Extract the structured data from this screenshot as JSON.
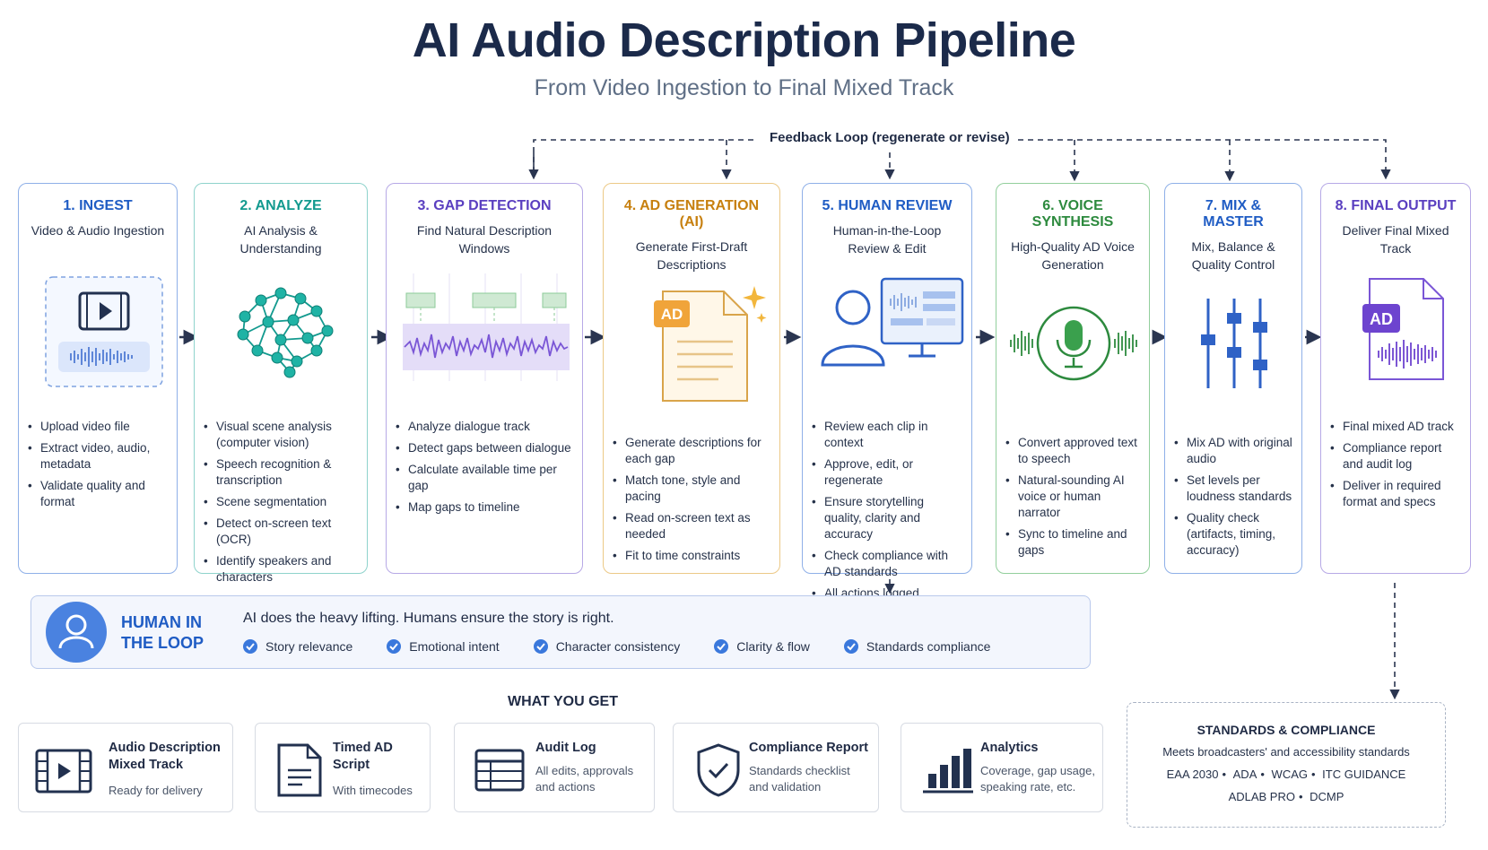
{
  "header": {
    "title": "AI Audio Description Pipeline",
    "subtitle": "From Video Ingestion to Final Mixed Track"
  },
  "feedback_loop": {
    "label": "Feedback Loop (regenerate or revise)"
  },
  "stages": [
    {
      "title": "1. INGEST",
      "subtitle": "Video & Audio Ingestion",
      "color": "#1f5cc4",
      "border": "#8fb0e8",
      "bullets": [
        "Upload video file",
        "Extract video, audio, metadata",
        "Validate quality and format"
      ]
    },
    {
      "title": "2. ANALYZE",
      "subtitle": "AI Analysis & Understanding",
      "color": "#139a8f",
      "border": "#8fd3cc",
      "bullets": [
        "Visual scene analysis (computer vision)",
        "Speech recognition & transcription",
        "Scene segmentation",
        "Detect on-screen text (OCR)",
        "Identify speakers and characters"
      ]
    },
    {
      "title": "3. GAP DETECTION",
      "subtitle": "Find Natural Description Windows",
      "color": "#5a3fc0",
      "border": "#b7a9e6",
      "bullets": [
        "Analyze dialogue track",
        "Detect gaps between dialogue",
        "Calculate available time per gap",
        "Map gaps to timeline"
      ]
    },
    {
      "title": "4. AD GENERATION (AI)",
      "subtitle": "Generate First-Draft Descriptions",
      "color": "#c7800f",
      "border": "#ecc987",
      "bullets": [
        "Generate descriptions for each gap",
        "Match tone, style and pacing",
        "Read on-screen text as needed",
        "Fit to time constraints"
      ]
    },
    {
      "title": "5. HUMAN REVIEW",
      "subtitle": "Human-in-the-Loop Review & Edit",
      "color": "#1f5cc4",
      "border": "#8fb0e8",
      "bullets": [
        "Review each clip in context",
        "Approve, edit, or regenerate",
        "Ensure storytelling quality, clarity and accuracy",
        "Check compliance with AD standards",
        "All actions logged"
      ]
    },
    {
      "title": "6. VOICE SYNTHESIS",
      "subtitle": "High-Quality AD Voice Generation",
      "color": "#2d8a3e",
      "border": "#92cf9c",
      "bullets": [
        "Convert approved text to speech",
        "Natural-sounding AI voice or human narrator",
        "Sync to timeline and gaps"
      ]
    },
    {
      "title": "7. MIX & MASTER",
      "subtitle": "Mix, Balance & Quality Control",
      "color": "#1f5cc4",
      "border": "#8fb0e8",
      "bullets": [
        "Mix AD with original audio",
        "Set levels per loudness standards",
        "Quality check (artifacts, timing, accuracy)"
      ]
    },
    {
      "title": "8. FINAL OUTPUT",
      "subtitle": "Deliver Final Mixed Track",
      "color": "#5a3fc0",
      "border": "#b7a9e6",
      "bullets": [
        "Final mixed AD track",
        "Compliance report and audit log",
        "Deliver in required format and specs"
      ]
    }
  ],
  "icons": {
    "ad_badge": "AD"
  },
  "human_in_loop": {
    "title": "HUMAN IN THE LOOP",
    "text": "AI does the heavy lifting. Humans ensure the story is right.",
    "checks": [
      "Story relevance",
      "Emotional intent",
      "Character consistency",
      "Clarity & flow",
      "Standards compliance"
    ]
  },
  "what_you_get": {
    "title": "WHAT YOU GET",
    "cards": [
      {
        "title": "Audio Description Mixed Track",
        "subtitle": "Ready for delivery",
        "icon": "film-icon"
      },
      {
        "title": "Timed AD Script",
        "subtitle": "With timecodes",
        "icon": "document-icon"
      },
      {
        "title": "Audit Log",
        "subtitle": "All edits, approvals and actions",
        "icon": "table-icon"
      },
      {
        "title": "Compliance Report",
        "subtitle": "Standards checklist and validation",
        "icon": "shield-check-icon"
      },
      {
        "title": "Analytics",
        "subtitle": "Coverage, gap usage, speaking rate, etc.",
        "icon": "bar-chart-icon"
      }
    ]
  },
  "standards": {
    "title": "STANDARDS & COMPLIANCE",
    "subtitle": "Meets broadcasters' and accessibility standards",
    "row1": [
      "EAA 2030",
      "ADA",
      "WCAG",
      "ITC GUIDANCE"
    ],
    "row2": [
      "ADLAB PRO",
      "DCMP"
    ]
  }
}
